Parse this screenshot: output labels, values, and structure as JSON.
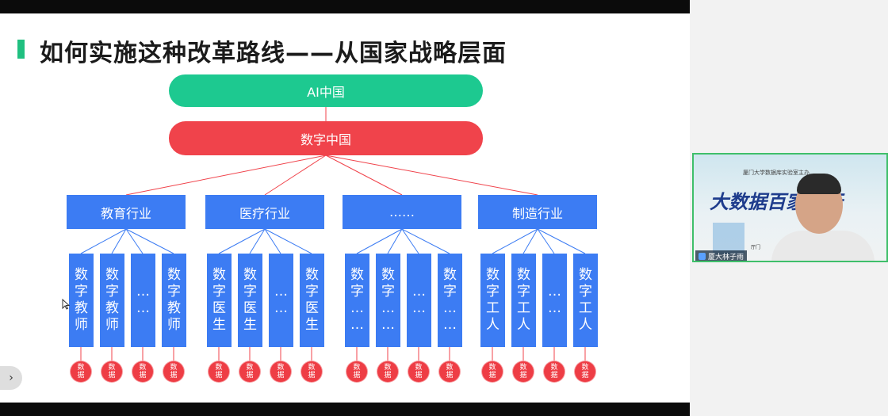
{
  "slide": {
    "title": "如何实施这种改革路线——从国家战略层面",
    "ai_china": "AI中国",
    "digital_china": "数字中国",
    "industries": [
      "教育行业",
      "医疗行业",
      "……",
      "制造行业"
    ],
    "roles": [
      [
        "数字教师",
        "数字教师",
        "……",
        "数字教师"
      ],
      [
        "数字医生",
        "数字医生",
        "……",
        "数字医生"
      ],
      [
        "数字……",
        "数字……",
        "……",
        "数字……"
      ],
      [
        "数字工人",
        "数字工人",
        "……",
        "数字工人"
      ]
    ],
    "data_label": "数据",
    "colors": {
      "green": "#1dc990",
      "red": "#f0434b",
      "blue": "#3c7cf3"
    }
  },
  "video": {
    "subtitle": "厦门大学数据库实验室主办",
    "banner": "大数据百家讲坛",
    "speaker_name": "厦大林子雨",
    "small_label": "厅门"
  },
  "controls": {
    "expand_icon": "›"
  }
}
